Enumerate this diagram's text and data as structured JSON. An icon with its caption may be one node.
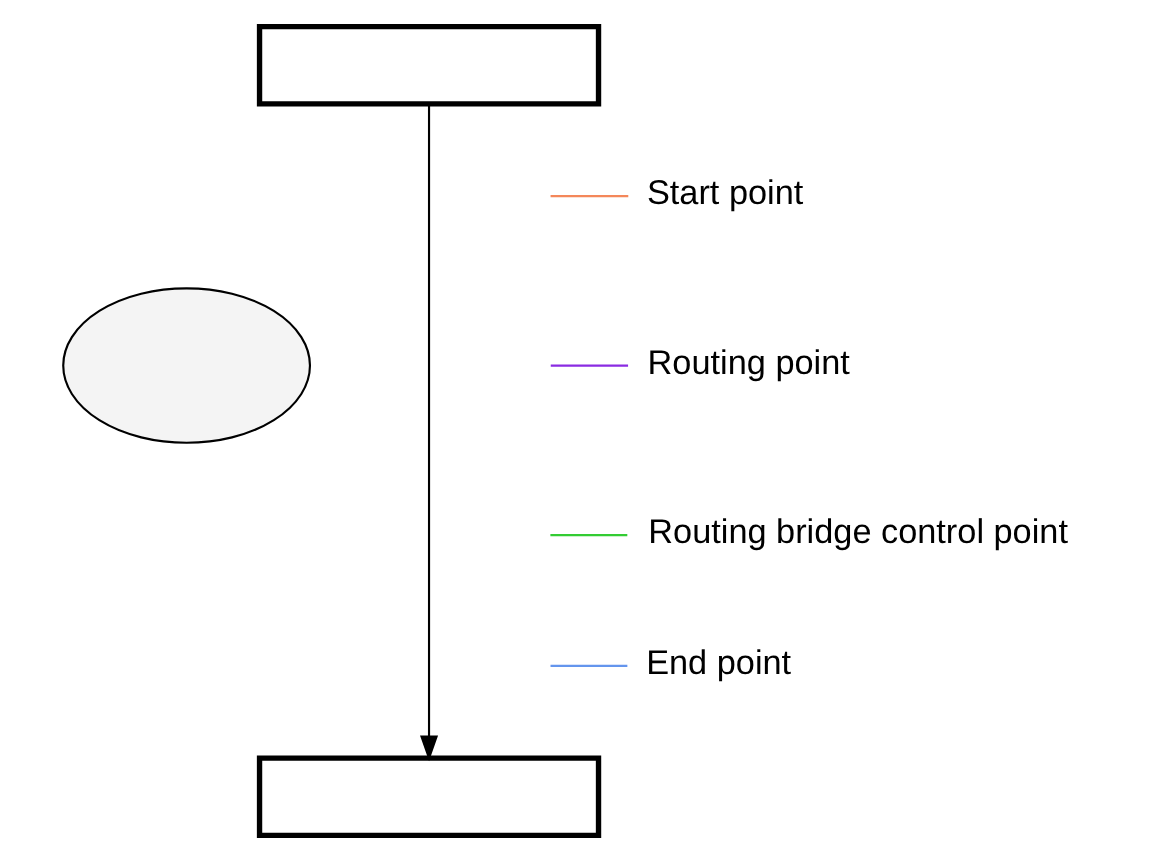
{
  "diagram": {
    "nodes": [
      {
        "text": [],
        "shape": "box"
      },
      {
        "text": [],
        "shape": "ellipse"
      },
      {
        "text": [],
        "shape": "box"
      },
      {
        "text": [
          "Start point"
        ]
      },
      {
        "text": [
          "Routing point"
        ]
      },
      {
        "text": [
          "Routing bridge control point"
        ]
      },
      {
        "text": [
          "End point"
        ]
      }
    ],
    "edges": [
      {
        "from": 0,
        "to": 2,
        "arrow": "to"
      },
      {
        "from": 3,
        "to": null,
        "arrow": "none",
        "color": "#f4875a"
      },
      {
        "from": 4,
        "to": null,
        "arrow": "none",
        "color": "#8a2be2"
      },
      {
        "from": 5,
        "to": null,
        "arrow": "none",
        "color": "#33cc33"
      },
      {
        "from": 6,
        "to": null,
        "arrow": "none",
        "color": "#6495ed"
      }
    ]
  }
}
